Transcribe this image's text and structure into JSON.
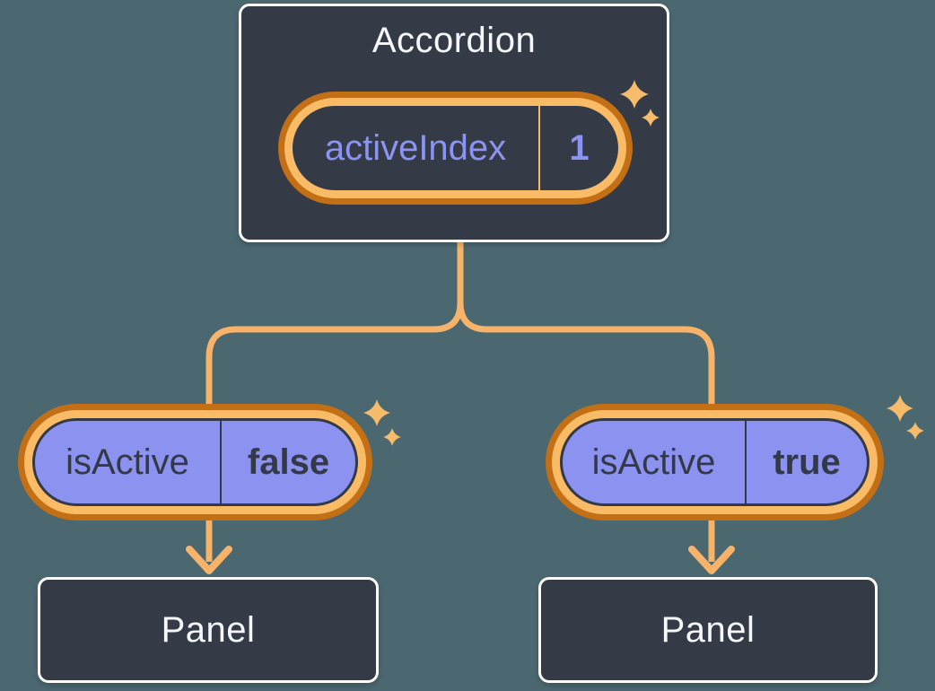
{
  "diagram": {
    "description": "Component tree diagram: Accordion owns activeIndex state, passes isActive prop to two Panels"
  },
  "colors": {
    "background": "#4B6770",
    "box_fill": "#343A46",
    "box_border": "#FFFFFF",
    "title_text": "#F5F7FA",
    "purple_fill": "#8C92F0",
    "purple_text": "#8B93F3",
    "dark_text": "#333946",
    "ring_outer_orange": "#C26F16",
    "ring_inner_orange": "#F9BB66",
    "connector_orange": "#F6B369",
    "sparkle_orange": "#F7BB6C"
  },
  "accordion": {
    "title": "Accordion",
    "state_pill": {
      "name": "activeIndex",
      "value": "1"
    }
  },
  "children": [
    {
      "prop_pill": {
        "name": "isActive",
        "value": "false"
      },
      "panel_label": "Panel"
    },
    {
      "prop_pill": {
        "name": "isActive",
        "value": "true"
      },
      "panel_label": "Panel"
    }
  ]
}
